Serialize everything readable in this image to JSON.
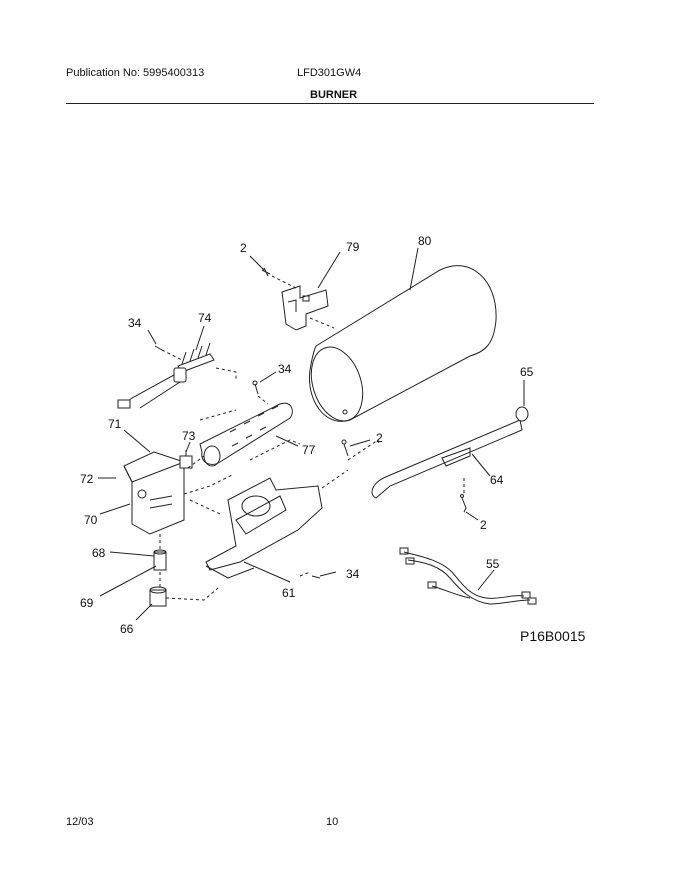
{
  "header": {
    "publication": "Publication No: 5995400313",
    "model": "LFD301GW4",
    "section": "BURNER"
  },
  "callouts": [
    "2",
    "79",
    "80",
    "34",
    "74",
    "34",
    "65",
    "71",
    "73",
    "77",
    "2",
    "64",
    "72",
    "70",
    "2",
    "55",
    "68",
    "34",
    "69",
    "61",
    "66"
  ],
  "diagram_code": "P16B0015",
  "footer": {
    "date": "12/03",
    "page": "10"
  }
}
